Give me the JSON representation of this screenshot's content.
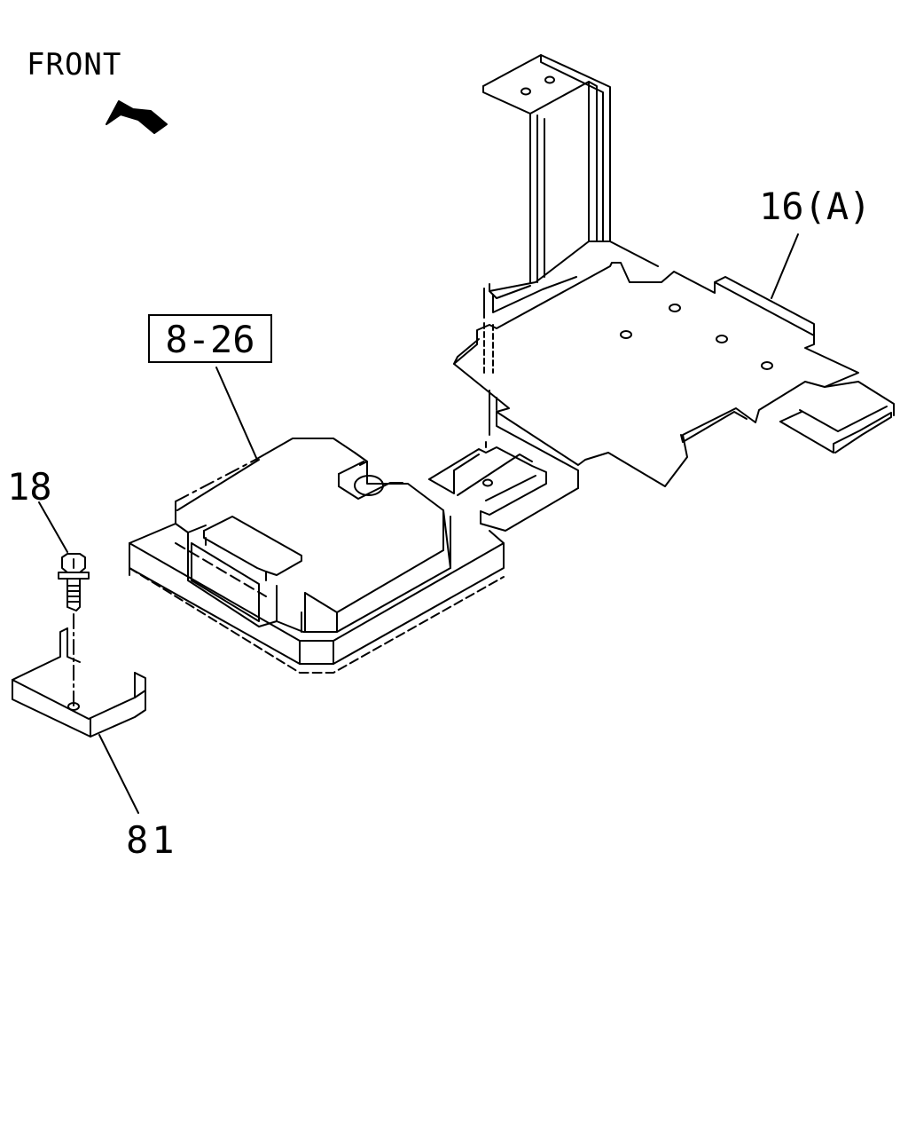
{
  "direction": {
    "label": "FRONT",
    "icon": "front-arrow-icon"
  },
  "callouts": {
    "bolt": "18",
    "bracket": "81",
    "frame_crossmember": "16(A)",
    "module_reference": "8-26"
  },
  "colors": {
    "line": "#000000",
    "background": "#ffffff"
  }
}
